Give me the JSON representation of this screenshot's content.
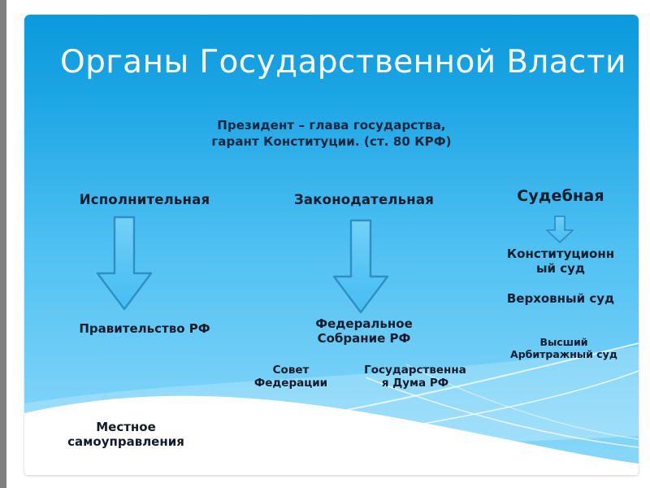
{
  "slide": {
    "title": "Органы Государственной Власти",
    "subtitle": {
      "line1": "Президент – глава государства,",
      "line2": "гарант Конституции. (ст. 80 КРФ)"
    },
    "branches": [
      {
        "header": "Исполнительная",
        "arrow": "down-arrow-icon",
        "body": "Правительство РФ",
        "sub_items": []
      },
      {
        "header": "Законодательная",
        "arrow": "down-arrow-icon",
        "body_line1": "Федеральное",
        "body_line2": "Собрание РФ",
        "sub_items": [
          {
            "line1": "Совет",
            "line2": "Федерации"
          },
          {
            "line1": "Государственна",
            "line2": "я Дума РФ"
          }
        ]
      },
      {
        "header": "Судебная",
        "arrow": "down-arrow-icon",
        "courts": [
          {
            "line1": "Конституционн",
            "line2": "ый суд"
          },
          {
            "line1": "Верховный суд",
            "line2": ""
          },
          {
            "line1": "Высший",
            "line2": "Арбитражный  суд"
          }
        ]
      }
    ],
    "footer": {
      "line1": "Местное",
      "line2": "самоуправления"
    },
    "colors": {
      "slide_top": "#0b9adc",
      "slide_bottom": "#8ad8f9",
      "title_text": "#ffffff",
      "body_text": "#101b2c",
      "arrow_fill": "#5ec8f5",
      "arrow_stroke": "#2f8fc4",
      "wave_white": "#ffffff",
      "gutter_gray": "#808080"
    }
  }
}
